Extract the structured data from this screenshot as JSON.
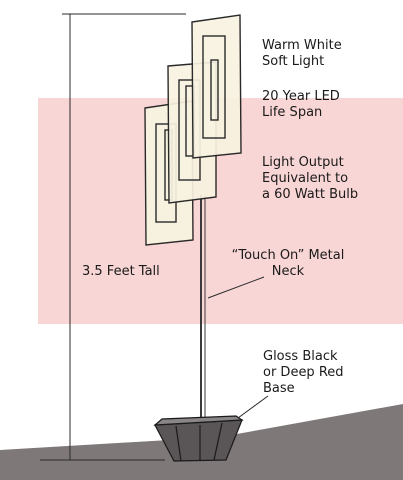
{
  "labels": {
    "warm_white": "Warm White\nSoft Light",
    "life_span": "20 Year LED\nLife Span",
    "light_output": "Light Output\nEquivalent to\na 60 Watt Bulb",
    "neck": "“Touch On” Metal\nNeck",
    "height": "3.5 Feet Tall",
    "base": "Gloss Black\nor Deep Red\nBase"
  },
  "colors": {
    "pink_band": "#f9d6d6",
    "floor": "#7e7879",
    "panel_fill": "#f7f2df",
    "line": "#2a2a2a"
  }
}
